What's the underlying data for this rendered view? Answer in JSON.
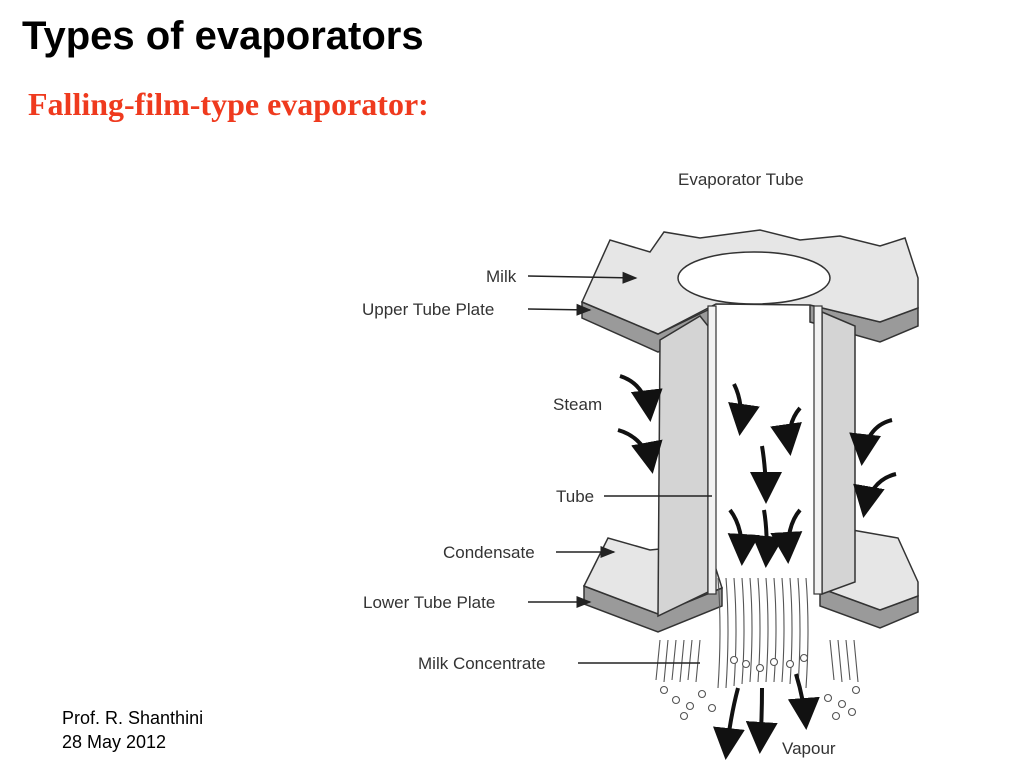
{
  "slide": {
    "title": "Types of evaporators",
    "subtitle": "Falling-film-type evaporator:",
    "footer": {
      "author": "Prof. R. Shanthini",
      "date": "28 May 2012"
    }
  },
  "diagram": {
    "labels": {
      "evaporator_tube": "Evaporator Tube",
      "milk": "Milk",
      "upper_tube_plate": "Upper Tube Plate",
      "steam": "Steam",
      "tube": "Tube",
      "condensate": "Condensate",
      "lower_tube_plate": "Lower Tube Plate",
      "milk_concentrate": "Milk Concentrate",
      "vapour": "Vapour"
    }
  }
}
